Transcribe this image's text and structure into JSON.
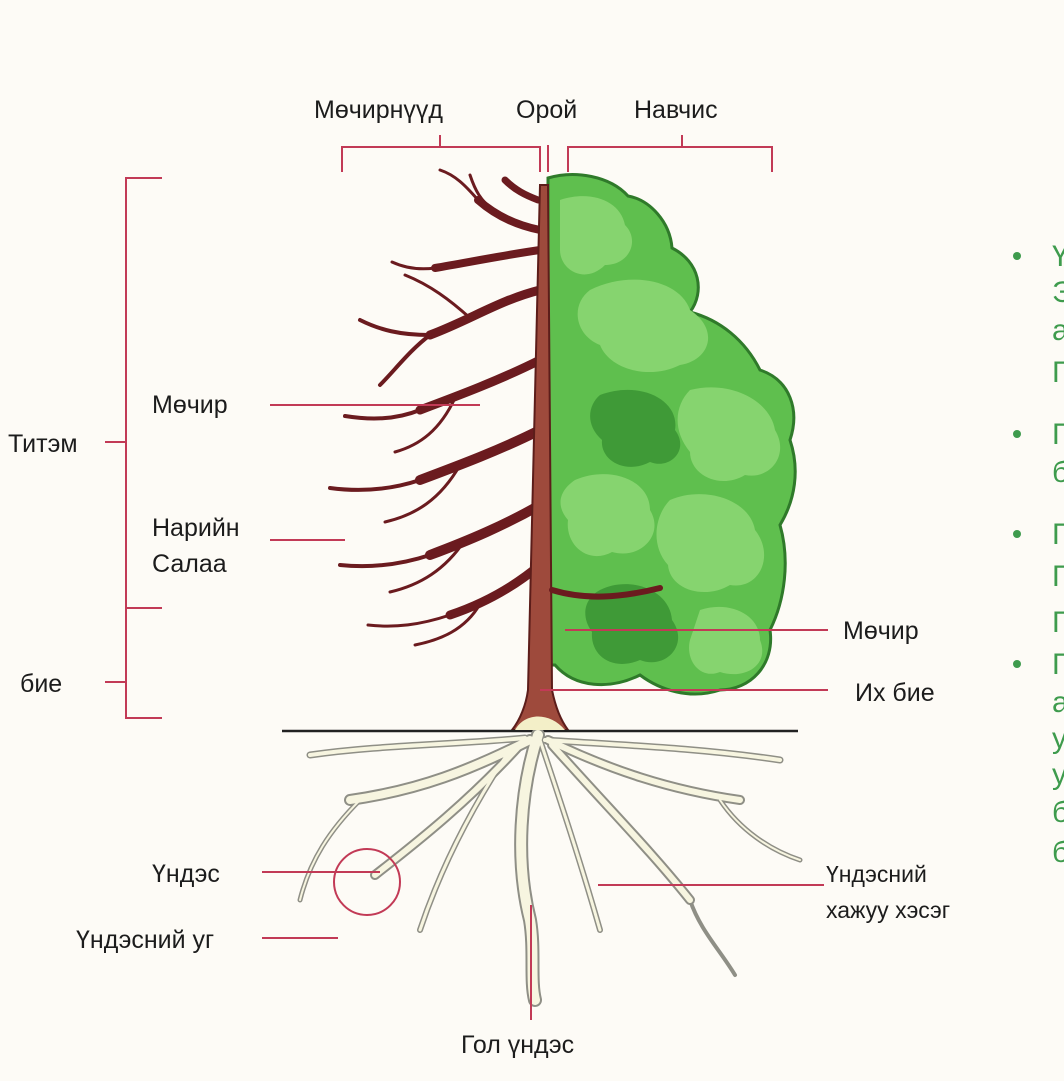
{
  "labels": {
    "branches_top": "Мөчирнүүд",
    "crown_top": "Орой",
    "leaves_top": "Навчис",
    "crown": "Титэм",
    "branch_left": "Мөчир",
    "twig_line1": "Нарийн",
    "twig_line2": "Салаа",
    "body": "бие",
    "branch_right": "Мөчир",
    "trunk": "Их бие",
    "root": "Үндэс",
    "lateral_root_line1": "Үндэсний",
    "lateral_root_line2": "хажуу хэсэг",
    "root_base": "Үндэсний уг",
    "taproot": "Гол үндэс"
  },
  "side_text": {
    "bullets": [
      {
        "lines": [
          "Ү",
          "Э",
          "а",
          "Г"
        ]
      },
      {
        "lines": [
          "Г",
          "б"
        ]
      },
      {
        "lines": [
          "Г",
          "Г",
          "Г"
        ]
      },
      {
        "lines": [
          "Г",
          "а",
          "у",
          "у",
          "б",
          "б"
        ]
      }
    ]
  },
  "colors": {
    "pointer_lines": "#c23a56",
    "leaves": "#5fbf4e",
    "branches": "#6b1b1f",
    "trunk": "#9e4a3c",
    "roots": "#f7f5e0",
    "bullet_text": "#3e9b4d"
  }
}
